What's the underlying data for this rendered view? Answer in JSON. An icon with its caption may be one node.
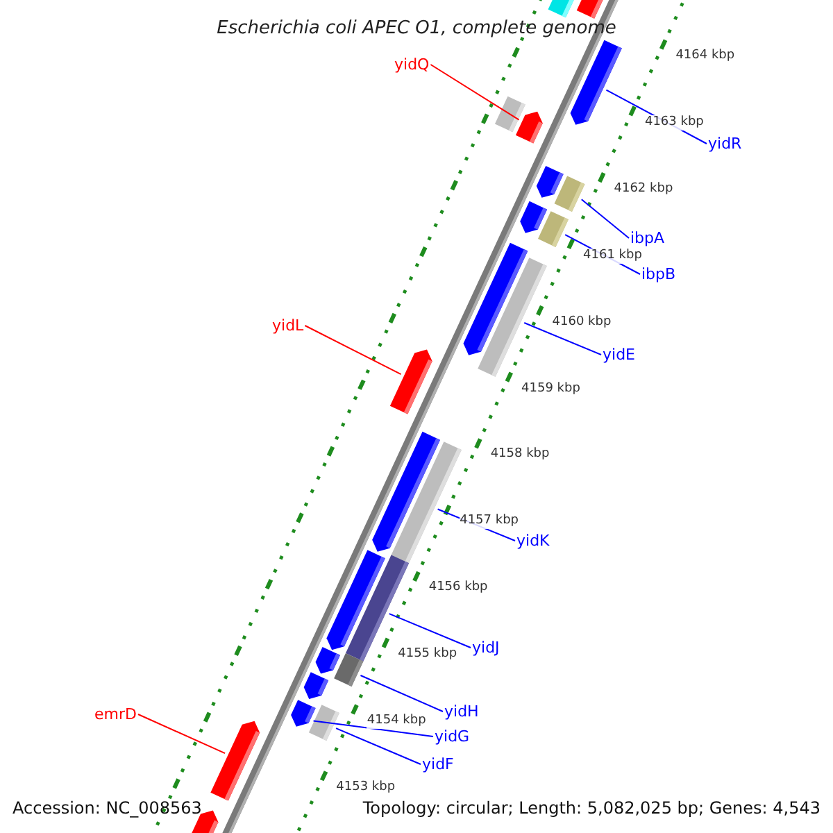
{
  "diagram": {
    "title": "Escherichia coli APEC O1, complete genome",
    "nodes": [
      {
        "text": [
          "yidQ"
        ]
      },
      {
        "text": [],
        "shape": "arrow"
      },
      {
        "text": [
          "yidR"
        ]
      },
      {
        "text": [],
        "shape": "arrow"
      },
      {
        "text": [
          "ibpA"
        ]
      },
      {
        "text": [],
        "shape": "box"
      },
      {
        "text": [
          "ibpB"
        ]
      },
      {
        "text": [],
        "shape": "box"
      },
      {
        "text": [
          "yidL"
        ]
      },
      {
        "text": [],
        "shape": "arrow"
      },
      {
        "text": [
          "yidE"
        ]
      },
      {
        "text": [],
        "shape": "box"
      },
      {
        "text": [
          "yidK"
        ]
      },
      {
        "text": [],
        "shape": "box"
      },
      {
        "text": [
          "yidJ"
        ]
      },
      {
        "text": [],
        "shape": "box"
      },
      {
        "text": [
          "yidH"
        ]
      },
      {
        "text": [],
        "shape": "box"
      },
      {
        "text": [
          "yidG"
        ]
      },
      {
        "text": [],
        "shape": "arrow"
      },
      {
        "text": [
          "yidF"
        ]
      },
      {
        "text": [],
        "shape": "box"
      },
      {
        "text": [
          "emrD"
        ]
      },
      {
        "text": [],
        "shape": "arrow"
      },
      {
        "text": [],
        "shape": "box"
      },
      {
        "text": [],
        "shape": "box"
      },
      {
        "text": [],
        "shape": "box"
      },
      {
        "text": [],
        "shape": "arrow"
      },
      {
        "text": [],
        "shape": "arrow"
      },
      {
        "text": [],
        "shape": "arrow"
      },
      {
        "text": [],
        "shape": "arrow"
      },
      {
        "text": [],
        "shape": "arrow"
      },
      {
        "text": [],
        "shape": "arrow"
      },
      {
        "text": [],
        "shape": "arrow"
      },
      {
        "text": [],
        "shape": "arrow"
      }
    ],
    "edges": [
      {
        "from": 0,
        "to": 1,
        "arrow": "none",
        "color": "#ff0000"
      },
      {
        "from": 2,
        "to": 3,
        "arrow": "none"
      },
      {
        "from": 4,
        "to": 5,
        "arrow": "none"
      },
      {
        "from": 6,
        "to": 7,
        "arrow": "none"
      },
      {
        "from": 8,
        "to": 9,
        "arrow": "none",
        "color": "#ff0000"
      },
      {
        "from": 10,
        "to": 11,
        "arrow": "none"
      },
      {
        "from": 12,
        "to": 13,
        "arrow": "none"
      },
      {
        "from": 14,
        "to": 15,
        "arrow": "none"
      },
      {
        "from": 16,
        "to": 17,
        "arrow": "none"
      },
      {
        "from": 18,
        "to": 19,
        "arrow": "none"
      },
      {
        "from": 20,
        "to": 21,
        "arrow": "none"
      },
      {
        "from": 22,
        "to": 23,
        "arrow": "none",
        "color": "#ff0000"
      }
    ],
    "labels": [
      "4164 kbp",
      "4163 kbp",
      "4162 kbp",
      "4161 kbp",
      "4160 kbp",
      "4159 kbp",
      "4158 kbp",
      "4157 kbp",
      "4156 kbp",
      "4155 kbp",
      "4154 kbp",
      "4153 kbp",
      "Accession: NC_008563",
      "Topology: circular; Length: 5,082,025 bp; Genes: 4,543"
    ]
  }
}
